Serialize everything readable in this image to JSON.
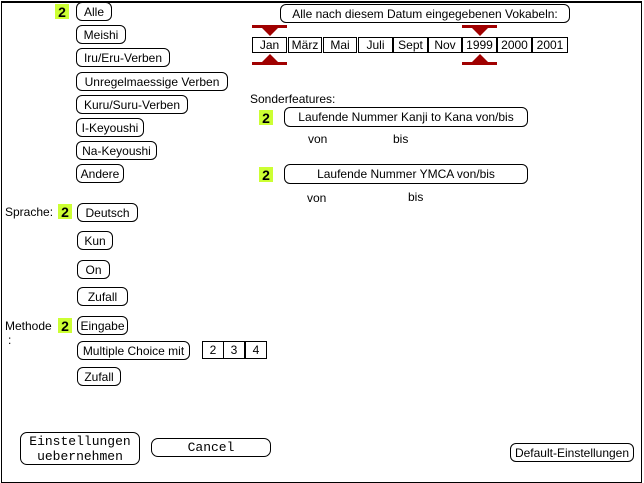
{
  "wortart": {
    "badge": "2",
    "items": [
      "Alle",
      "Meishi",
      "Iru/Eru-Verben",
      "Unregelmaessige Verben",
      "Kuru/Suru-Verben",
      "I-Keyoushi",
      "Na-Keyoushi",
      "Andere"
    ]
  },
  "sprache": {
    "label": "Sprache:",
    "badge": "2",
    "items": [
      "Deutsch",
      "Kun",
      "On",
      "Zufall"
    ]
  },
  "methode": {
    "label": "Methode",
    "colon": ":",
    "badge": "2",
    "eingabe": "Eingabe",
    "multiple_choice": "Multiple Choice mit",
    "choices": [
      "2",
      "3",
      "4"
    ],
    "zufall": "Zufall"
  },
  "datum": {
    "title": "Alle nach diesem Datum eingegebenen Vokabeln:",
    "months": [
      "Jan",
      "März",
      "Mai",
      "Juli",
      "Sept",
      "Nov"
    ],
    "years": [
      "1999",
      "2000",
      "2001"
    ],
    "selected_month": "Jan",
    "selected_year": "1999",
    "marker_color": "#a00000"
  },
  "sonder": {
    "label": "Sonderfeatures:",
    "features": [
      {
        "badge": "2",
        "label": "Laufende Nummer Kanji to Kana von/bis",
        "von": "von",
        "bis": "bis"
      },
      {
        "badge": "2",
        "label": "Laufende Nummer YMCA von/bis",
        "von": "von",
        "bis": "bis"
      }
    ]
  },
  "footer": {
    "apply_line1": "Einstellungen",
    "apply_line2": "uebernehmen",
    "cancel": "Cancel",
    "defaults": "Default-Einstellungen"
  },
  "badge_color": "#ccff33"
}
